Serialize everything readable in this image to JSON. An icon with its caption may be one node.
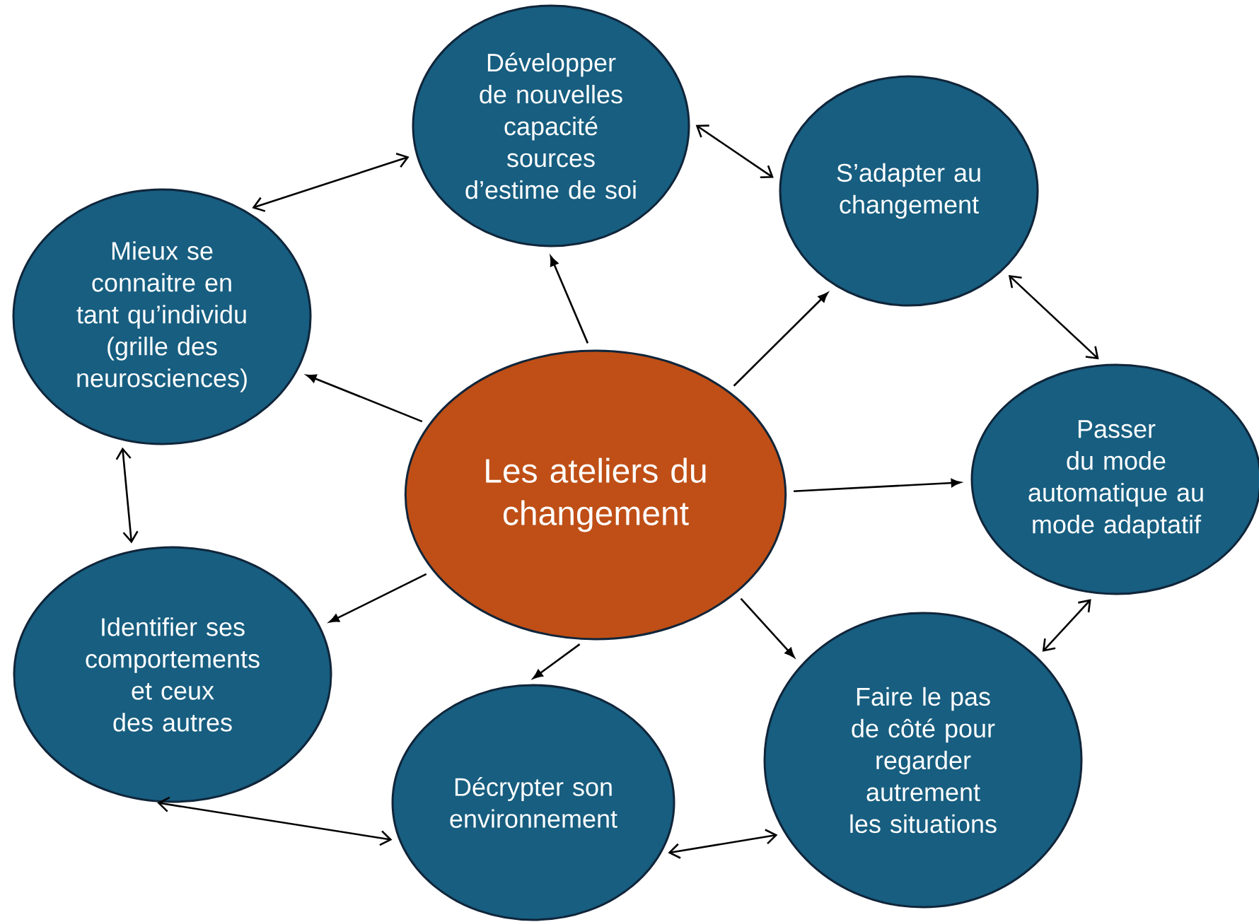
{
  "diagram": {
    "nodes": [
      {
        "text": [
          "Les ateliers du changement"
        ]
      },
      {
        "text": [
          "Développer de nouvelles capacité sources d’estime de soi"
        ]
      },
      {
        "text": [
          "S’adapter au changement"
        ]
      },
      {
        "text": [
          "Passer du mode automatique au mode adaptatif"
        ]
      },
      {
        "text": [
          "Faire le pas de côté pour regarder autrement les situations"
        ]
      },
      {
        "text": [
          "Décrypter son environnement"
        ]
      },
      {
        "text": [
          "Identifier ses comportements et ceux  des autres"
        ]
      },
      {
        "text": [
          "Mieux se connaitre en tant qu’individu (grille des neurosciences)"
        ]
      }
    ],
    "edges": [
      {
        "from": 0,
        "to": 1,
        "arrow": "to"
      },
      {
        "from": 0,
        "to": 2,
        "arrow": "to"
      },
      {
        "from": 0,
        "to": 3,
        "arrow": "to"
      },
      {
        "from": 0,
        "to": 4,
        "arrow": "to"
      },
      {
        "from": 0,
        "to": 5,
        "arrow": "to"
      },
      {
        "from": 0,
        "to": 6,
        "arrow": "to"
      },
      {
        "from": 0,
        "to": 7,
        "arrow": "to"
      },
      {
        "from": 1,
        "to": 2,
        "arrow": "both"
      },
      {
        "from": 2,
        "to": 3,
        "arrow": "both"
      },
      {
        "from": 3,
        "to": 4,
        "arrow": "both"
      },
      {
        "from": 4,
        "to": 5,
        "arrow": "both"
      },
      {
        "from": 5,
        "to": 6,
        "arrow": "both"
      },
      {
        "from": 6,
        "to": 7,
        "arrow": "both"
      },
      {
        "from": 7,
        "to": 1,
        "arrow": "both"
      }
    ]
  }
}
